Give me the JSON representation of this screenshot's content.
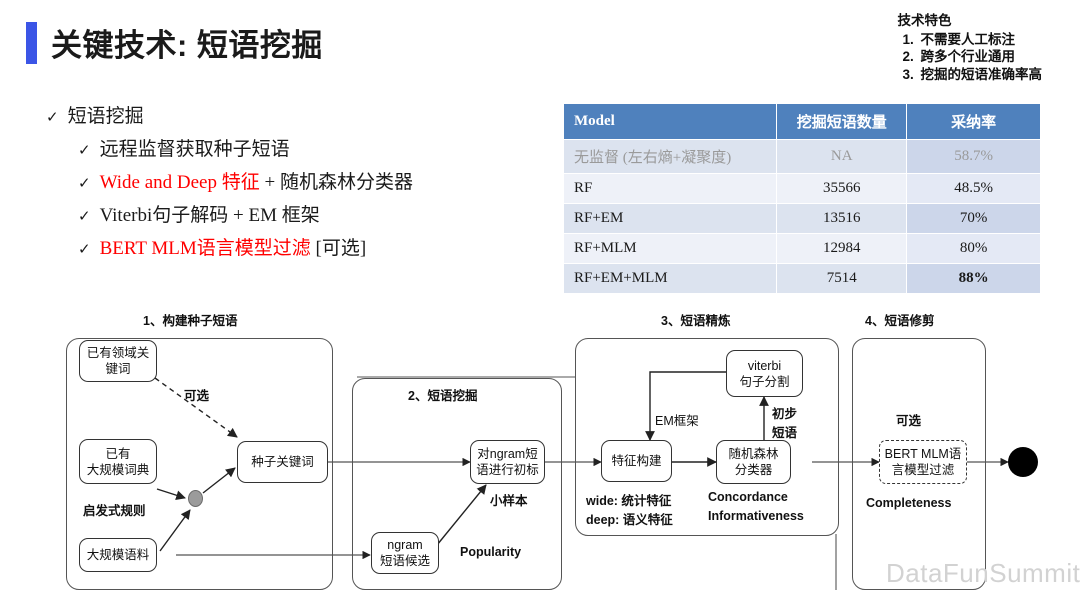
{
  "page_title": "关键技术: 短语挖掘",
  "accent_color": "#3b55e6",
  "features": {
    "title": "技术特色",
    "items": [
      "不需要人工标注",
      "跨多个行业通用",
      "挖掘的短语准确率高"
    ]
  },
  "bullets": [
    {
      "level": 1,
      "marker": "✓",
      "segments": [
        {
          "text": "短语挖掘",
          "color": "#1a1a1a",
          "serif": false
        }
      ]
    },
    {
      "level": 2,
      "marker": "✓",
      "segments": [
        {
          "text": "远程监督获取种子短语",
          "color": "#1a1a1a",
          "serif": false
        }
      ]
    },
    {
      "level": 2,
      "marker": "✓",
      "segments": [
        {
          "text": "Wide and Deep 特征",
          "color": "#ff0000",
          "serif": true
        },
        {
          "text": " + 随机森林分类器",
          "color": "#1a1a1a",
          "serif": true
        }
      ]
    },
    {
      "level": 2,
      "marker": "✓",
      "segments": [
        {
          "text": "Viterbi句子解码 + EM 框架",
          "color": "#1a1a1a",
          "serif": true
        }
      ]
    },
    {
      "level": 2,
      "marker": "✓",
      "segments": [
        {
          "text": "BERT MLM语言模型过滤",
          "color": "#ff0000",
          "serif": true
        },
        {
          "text": " [可选]",
          "color": "#1a1a1a",
          "serif": true
        }
      ]
    }
  ],
  "table": {
    "header_bg": "#4f81bd",
    "columns": [
      "Model",
      "挖掘短语数量",
      "采纳率"
    ],
    "rows": [
      {
        "model": "无监督 (左右熵+凝聚度)",
        "count": "NA",
        "rate": "58.7%",
        "rate_bold": false
      },
      {
        "model": "RF",
        "count": "35566",
        "rate": "48.5%",
        "rate_bold": false
      },
      {
        "model": "RF+EM",
        "count": "13516",
        "rate": "70%",
        "rate_bold": false
      },
      {
        "model": "RF+MLM",
        "count": "12984",
        "rate": "80%",
        "rate_bold": false
      },
      {
        "model": "RF+EM+MLM",
        "count": "7514",
        "rate": "88%",
        "rate_bold": true
      }
    ]
  },
  "flow": {
    "stages": [
      {
        "id": "stage1",
        "label": "1、构建种子短语"
      },
      {
        "id": "stage2",
        "label": "2、短语挖掘"
      },
      {
        "id": "stage3",
        "label": "3、短语精炼"
      },
      {
        "id": "stage4",
        "label": "4、短语修剪"
      }
    ],
    "nodes": [
      {
        "id": "domain-keywords",
        "lines": [
          "已有领域关",
          "键词"
        ]
      },
      {
        "id": "existing-lexicon",
        "lines": [
          "已有",
          "大规模词典"
        ]
      },
      {
        "id": "large-corpus",
        "lines": [
          "大规模语料"
        ]
      },
      {
        "id": "seed-keywords",
        "lines": [
          "种子关键词"
        ]
      },
      {
        "id": "ngram-candidates",
        "lines": [
          "ngram",
          "短语候选"
        ]
      },
      {
        "id": "ngram-initial-label",
        "lines": [
          "对ngram短",
          "语进行初标"
        ]
      },
      {
        "id": "feature-construction",
        "lines": [
          "特征构建"
        ]
      },
      {
        "id": "random-forest",
        "lines": [
          "随机森林",
          "分类器"
        ]
      },
      {
        "id": "viterbi-segmentation",
        "lines": [
          "viterbi",
          "句子分割"
        ]
      },
      {
        "id": "bert-mlm-filter",
        "lines": [
          "BERT MLM语",
          "言模型过滤"
        ]
      }
    ],
    "notes": [
      {
        "id": "optional-edge-label",
        "text": "可选"
      },
      {
        "id": "heuristic-rules",
        "text": "启发式规则"
      },
      {
        "id": "small-sample",
        "text": "小样本"
      },
      {
        "id": "popularity",
        "text": "Popularity"
      },
      {
        "id": "em-framework",
        "text": "EM框架"
      },
      {
        "id": "preliminary-phrase-1",
        "text": "初步"
      },
      {
        "id": "preliminary-phrase-2",
        "text": "短语"
      },
      {
        "id": "wide-feature",
        "text": "wide: 统计特征"
      },
      {
        "id": "deep-feature",
        "text": "deep: 语义特征"
      },
      {
        "id": "concordance",
        "text": "Concordance"
      },
      {
        "id": "informativeness",
        "text": "Informativeness"
      },
      {
        "id": "optional-stage4",
        "text": "可选"
      },
      {
        "id": "completeness",
        "text": "Completeness"
      }
    ]
  },
  "watermark": "DataFunSummit"
}
